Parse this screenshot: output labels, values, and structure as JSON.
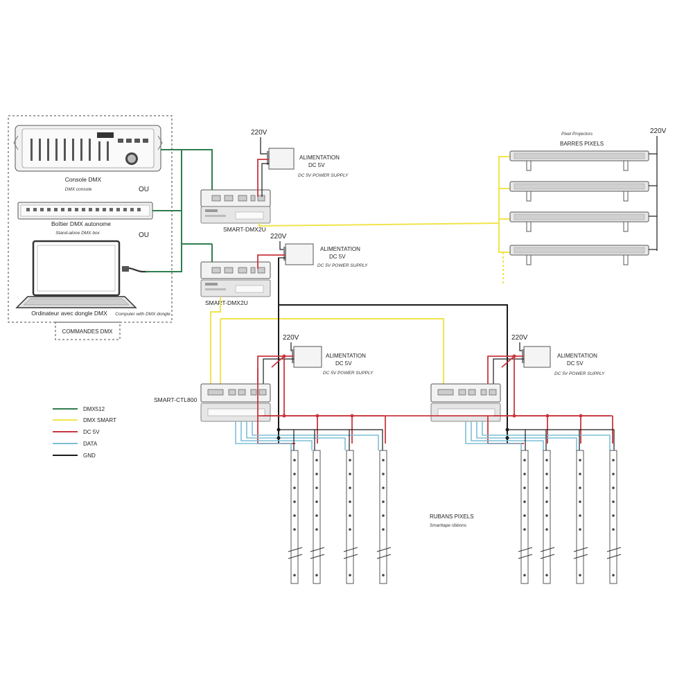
{
  "controls": {
    "console_label": "Console DMX",
    "console_label_en": "DMX console",
    "or_1": "OU",
    "box_label": "Boîtier DMX autonome",
    "box_label_en": "Stand-alone DMX box",
    "or_2": "OU",
    "computer_label": "Ordinateur avec dongle DMX",
    "computer_label_en": "Computer with DMX dongle",
    "group_label": "COMMANDES DMX"
  },
  "devices": {
    "dmx2u_a": "SMART-DMX2U",
    "dmx2u_b": "SMART-DMX2U",
    "ctl800": "SMART-CTL800"
  },
  "supplies": {
    "voltage": "220V",
    "title": "ALIMENTATION",
    "subtitle": "DC 5V",
    "subtitle_en": "DC 5V POWER SUPPLY"
  },
  "projectors": {
    "voltage": "220V",
    "title_en": "Pixel Projectors",
    "title": "BARRES PIXELS"
  },
  "ribbons": {
    "title": "RUBANS PIXELS",
    "title_en": "Smarttape ribbons"
  },
  "legend": {
    "items": [
      {
        "label": "DMX512",
        "color": "#2e7d4f"
      },
      {
        "label": "DMX SMART",
        "color": "#f1e44a"
      },
      {
        "label": "DC 5V",
        "color": "#c9363e"
      },
      {
        "label": "DATA",
        "color": "#7bbfd6"
      },
      {
        "label": "GND",
        "color": "#1a1a1a"
      }
    ]
  }
}
